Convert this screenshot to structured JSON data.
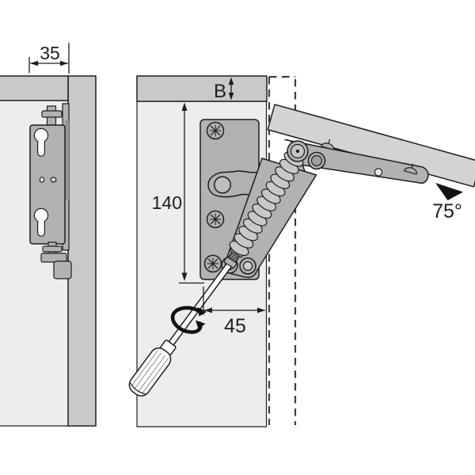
{
  "dimensions": {
    "plate_offset_label": "35",
    "top_panel_thickness_label": "B",
    "plate_height_label": "140",
    "front_distance_label": "45",
    "opening_angle_label": "75°"
  },
  "colors": {
    "background": "#ffffff",
    "panel_gray": "#c9c9c9",
    "interior_gray": "#ededed",
    "hardware_gray": "#b2b2b2",
    "flap_gray": "#d3d3d3",
    "outline": "#1d1d1b",
    "dashed_line": "#3e3e3d",
    "annotation_black": "#111111"
  }
}
